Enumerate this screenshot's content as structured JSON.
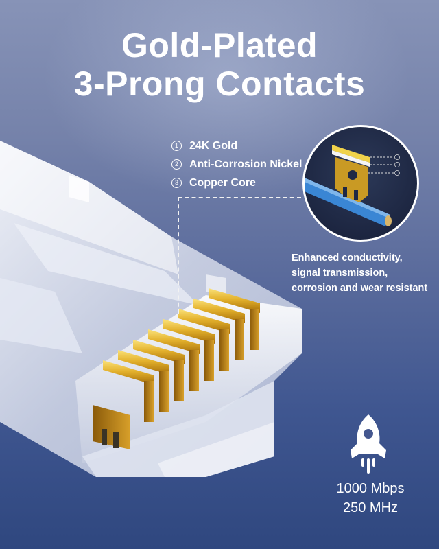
{
  "headline": {
    "line1": "Gold-Plated",
    "line2": "3-Prong Contacts"
  },
  "layers": [
    {
      "number": "1",
      "label": "24K Gold"
    },
    {
      "number": "2",
      "label": "Anti-Corrosion Nickel"
    },
    {
      "number": "3",
      "label": "Copper Core"
    }
  ],
  "callout": {
    "icon": "contact-layers-detail",
    "layer_markers": [
      "1",
      "2",
      "3"
    ]
  },
  "description": {
    "line1": "Enhanced conductivity,",
    "line2": "signal transmission,",
    "line3": "corrosion and wear resistant"
  },
  "performance": {
    "icon": "rocket-icon",
    "speed": "1000 Mbps",
    "frequency": "250 MHz"
  },
  "colors": {
    "background_top": "#8793b7",
    "background_bottom": "#2f477f",
    "gold": "#d9a520",
    "text": "#ffffff",
    "cable_blue": "#3a86d4"
  },
  "product": {
    "name": "RJ45 connector",
    "contact_count": 8
  }
}
